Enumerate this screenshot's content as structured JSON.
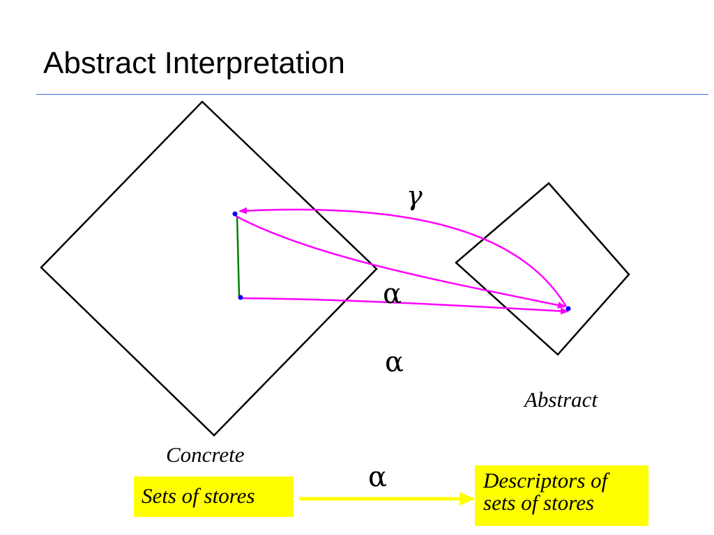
{
  "slide": {
    "title": "Abstract Interpretation"
  },
  "diagram": {
    "gamma_symbol": "γ",
    "alpha_symbols": [
      "α",
      "α",
      "α"
    ],
    "concrete_label": "Concrete",
    "abstract_label": "Abstract"
  },
  "legend": {
    "source_box": "Sets of stores",
    "target_box_line1": "Descriptors of",
    "target_box_line2": "sets of stores"
  },
  "colors": {
    "title_rule": "#3a6fd8",
    "mapping_arrows": "#ff00ff",
    "ordering_line": "#008000",
    "points": "#0000ff",
    "boxes": "#ffff00",
    "box_arrow": "#ffff00",
    "region_outline": "#000000"
  }
}
